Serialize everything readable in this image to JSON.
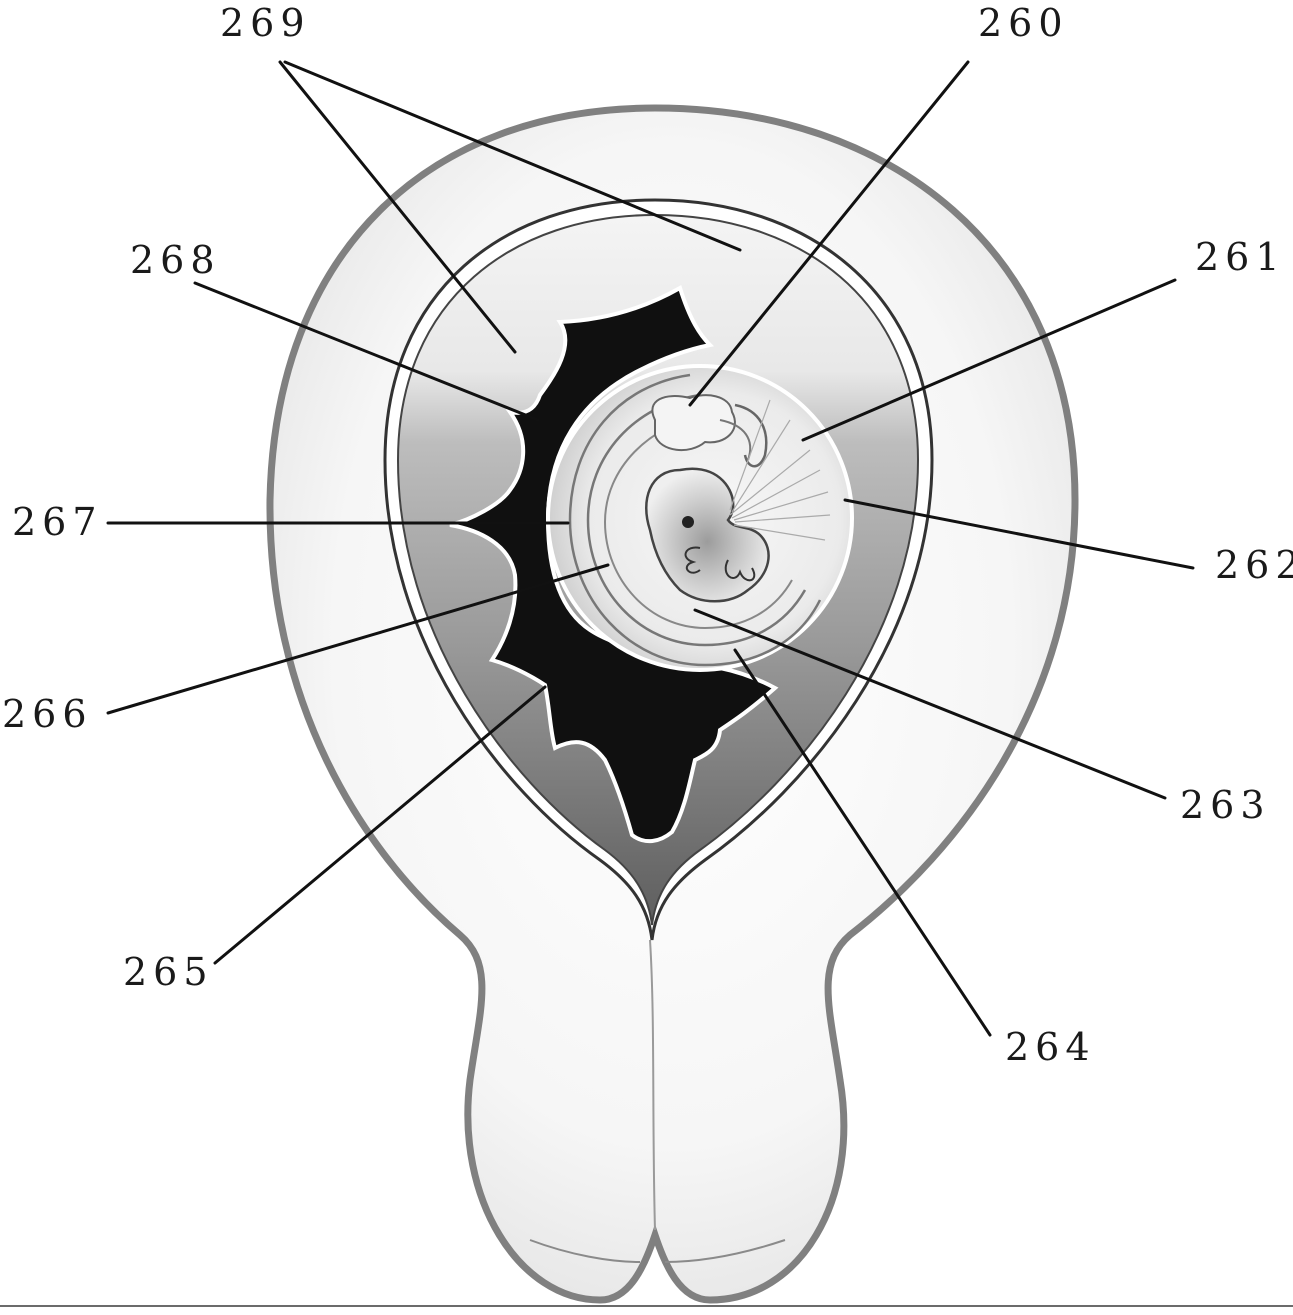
{
  "figure": {
    "labels": [
      {
        "id": "260",
        "text": "260"
      },
      {
        "id": "261",
        "text": "261"
      },
      {
        "id": "262",
        "text": "262"
      },
      {
        "id": "263",
        "text": "263"
      },
      {
        "id": "264",
        "text": "264"
      },
      {
        "id": "265",
        "text": "265"
      },
      {
        "id": "266",
        "text": "266"
      },
      {
        "id": "267",
        "text": "267"
      },
      {
        "id": "268",
        "text": "268"
      },
      {
        "id": "269",
        "text": "269"
      }
    ]
  },
  "colors": {
    "uterus_wall": "#f2f2f2",
    "outline": "#7a7a7a",
    "cavity_gradient_top": "#d9d9d9",
    "cavity_gradient_bottom": "#6e6e6e",
    "decidua_dark": "#111111",
    "sac": "#ececec"
  }
}
